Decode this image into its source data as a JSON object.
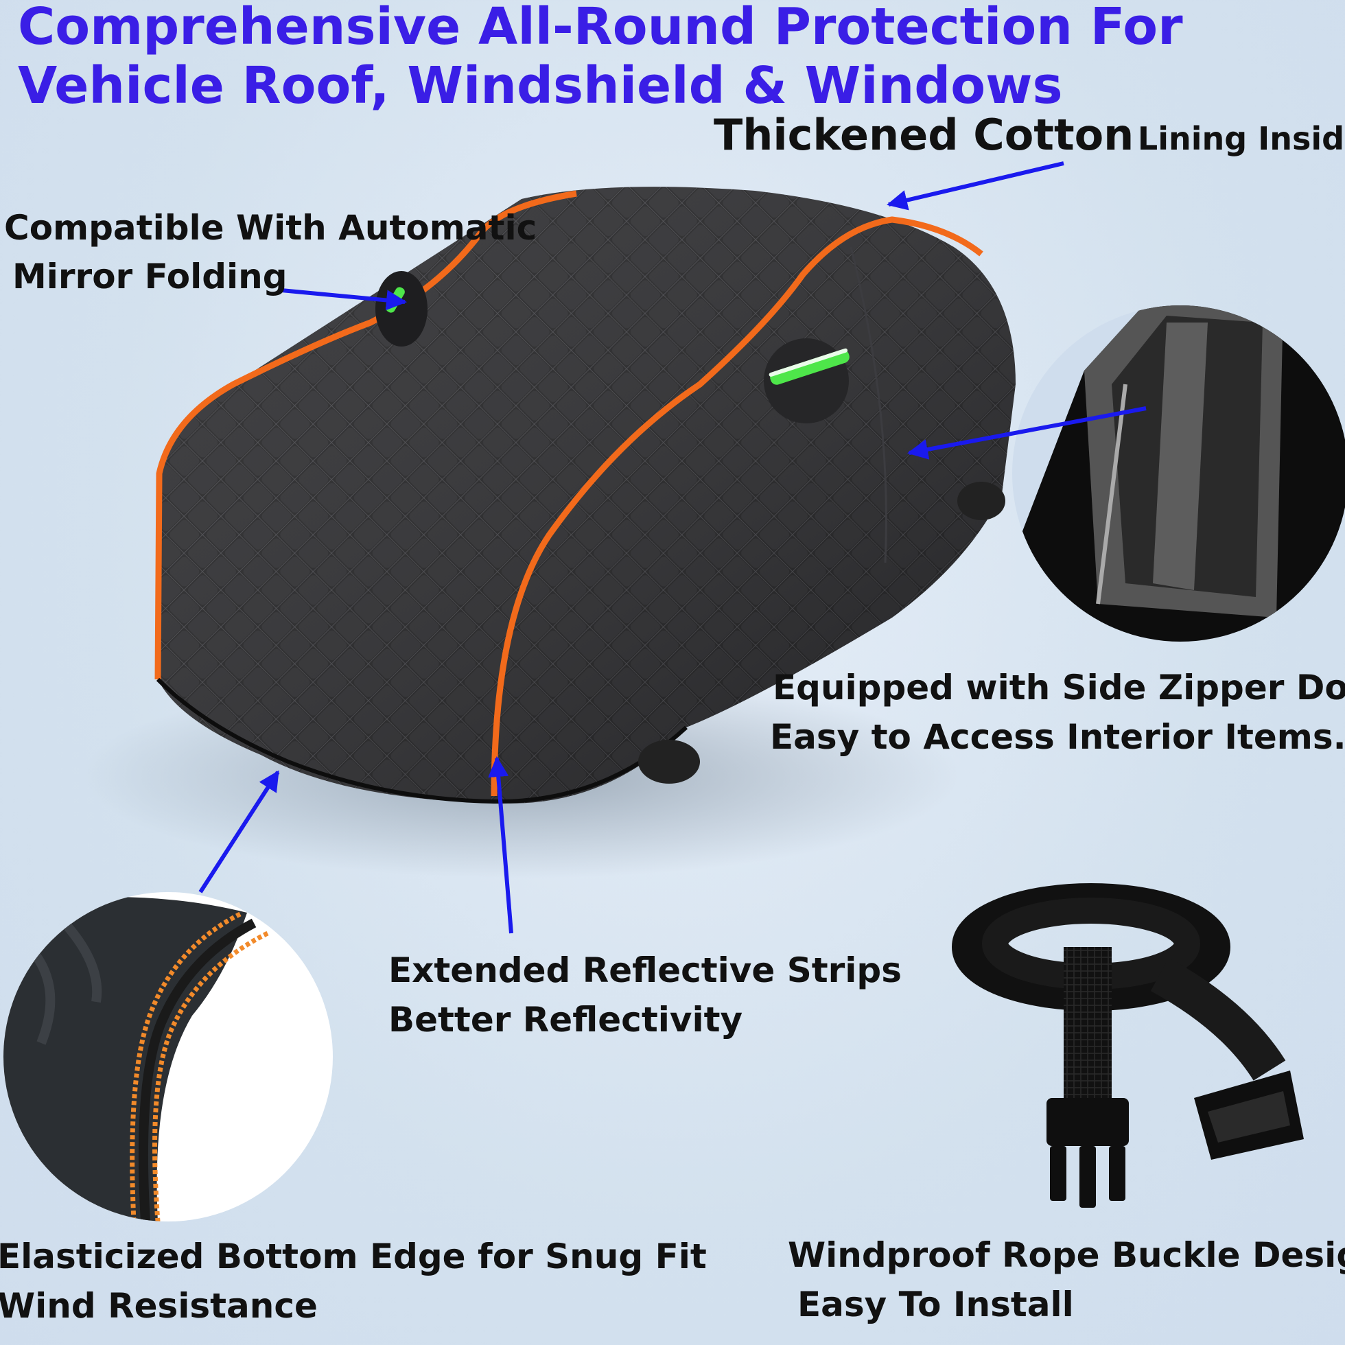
{
  "headline": {
    "line1": "Comprehensive All-Round Protection For",
    "line2": "Vehicle Roof, Windshield & Windows"
  },
  "callouts": {
    "cotton_big": "Thickened Cotton",
    "cotton_small": "Lining Inside",
    "mirror_line1": "Compatible With Automatic",
    "mirror_line2": "Mirror Folding",
    "zipper_line1": "Equipped with Side Zipper Door",
    "zipper_line2": "Easy to Access Interior Items.",
    "strips_line1": "Extended Reflective Strips",
    "strips_line2": "Better Reflectivity",
    "elastic_line1": "Elasticized Bottom Edge for Snug Fit",
    "elastic_line2": "Wind Resistance",
    "buckle_line1": "Windproof Rope Buckle Design",
    "buckle_line2": "Easy To Install"
  },
  "colors": {
    "headline": "#3a1ee6",
    "arrow": "#1a1aee",
    "cover": "#1c1c1e",
    "trim": "#f26a1b",
    "reflective": "#4ee64a"
  }
}
